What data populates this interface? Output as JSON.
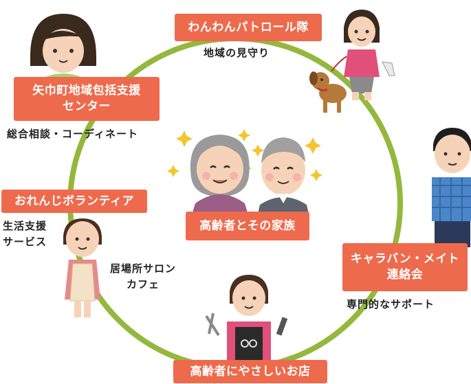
{
  "center": {
    "label": "高齢者とその家族",
    "icon": "elderly-couple-icon"
  },
  "nodes": [
    {
      "id": "patrol",
      "label": "わんわんパトロール隊",
      "description": "地域の見守り",
      "icon": "dog-walker-icon"
    },
    {
      "id": "center",
      "label_lines": [
        "矢巾町地域包括支援",
        "センター"
      ],
      "description": "総合相談・コーディネート",
      "icon": "staff-woman-icon"
    },
    {
      "id": "orange",
      "label": "おれんじボランティア",
      "description_lines": [
        "生活支援",
        "サービス"
      ],
      "activity_lines": [
        "居場所サロン",
        "カフェ"
      ],
      "icon": "volunteer-woman-icon"
    },
    {
      "id": "caravan",
      "label_lines": [
        "キャラバン・メイト",
        "連絡会"
      ],
      "description": "専門的なサポート",
      "icon": "young-man-icon"
    },
    {
      "id": "shop",
      "label": "高齢者にやさしいお店",
      "icon": "hairdresser-icon"
    }
  ],
  "colors": {
    "ring": "#93b83c",
    "label_bg": "#ee6a4c",
    "label_text": "#ffffff"
  }
}
